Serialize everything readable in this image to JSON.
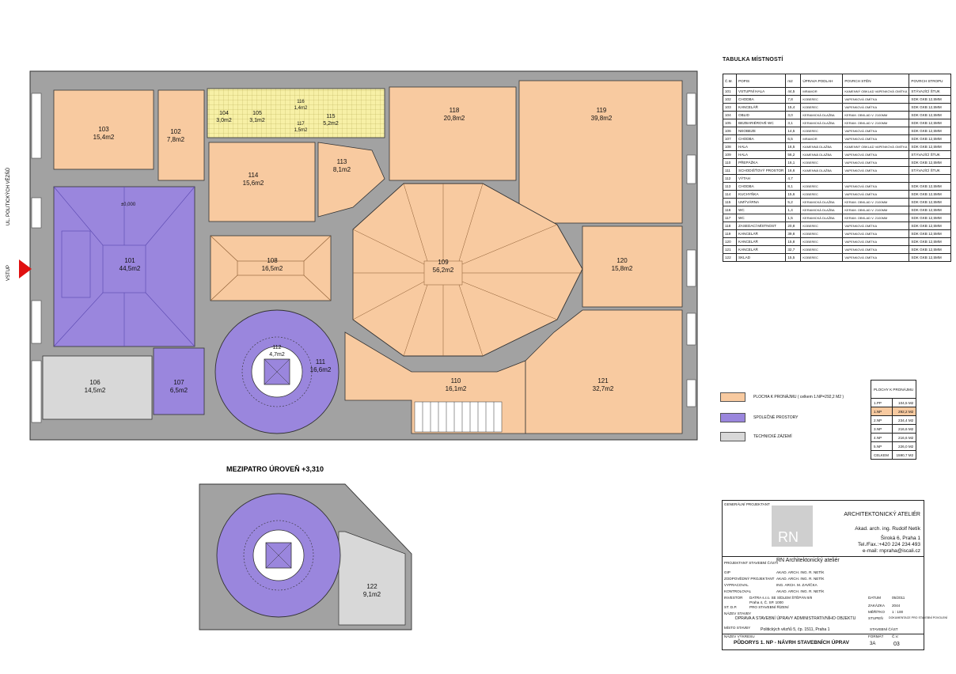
{
  "plan": {
    "entrance_label": "VSTUP",
    "street_label": "UL. POLITICKÝCH VĚZŇŮ",
    "level_mark": "±0,000",
    "mezzanine_title": "MEZIPATRO ÚROVEŇ +3,310",
    "rooms": [
      {
        "id": "103",
        "area": "15,4m2"
      },
      {
        "id": "102",
        "area": "7,8m2"
      },
      {
        "id": "104",
        "area": "3,0m2"
      },
      {
        "id": "105",
        "area": "3,1m2"
      },
      {
        "id": "116",
        "area": "1,4m2"
      },
      {
        "id": "117",
        "area": "1,5m2"
      },
      {
        "id": "115",
        "area": "5,2m2"
      },
      {
        "id": "118",
        "area": "20,8m2"
      },
      {
        "id": "119",
        "area": "39,8m2"
      },
      {
        "id": "114",
        "area": "15,6m2"
      },
      {
        "id": "113",
        "area": "8,1m2"
      },
      {
        "id": "101",
        "area": "44,5m2"
      },
      {
        "id": "108",
        "area": "16,5m2"
      },
      {
        "id": "109",
        "area": "56,2m2"
      },
      {
        "id": "120",
        "area": "15,8m2"
      },
      {
        "id": "112",
        "area": "4,7m2"
      },
      {
        "id": "111",
        "area": "16,6m2"
      },
      {
        "id": "106",
        "area": "14,5m2"
      },
      {
        "id": "107",
        "area": "6,5m2"
      },
      {
        "id": "110",
        "area": "16,1m2"
      },
      {
        "id": "121",
        "area": "32,7m2"
      },
      {
        "id": "122",
        "area": "9,1m2"
      }
    ]
  },
  "room_table": {
    "title": "TABULKA MÍSTNOSTÍ",
    "headers": [
      "Č.M.",
      "POPIS",
      "m2",
      "ÚPRAVA PODLAH",
      "POVRCH STĚN",
      "POVRCH STROPU"
    ],
    "rows": [
      [
        "101",
        "VSTUPNÍ HALA",
        "44,5",
        "MRAMOR",
        "KAMENNÝ OBKLAD VAPENKOVÁ OMÍTKA",
        "STÁVAJÍCÍ ŠTUK"
      ],
      [
        "102",
        "CHODBA",
        "7,8",
        "KOBEREC",
        "VAPENKOVÁ OMÍTKA",
        "SDK GKB 12,5MM"
      ],
      [
        "103",
        "KANCELÁŘ",
        "15,4",
        "KOBEREC",
        "VAPENKOVÁ OMÍTKA",
        "SDK GKB 12,5MM"
      ],
      [
        "104",
        "OBLID",
        "3,0",
        "KERAMICKÁ DLAŽBA",
        "KERAM. OBKLAD V. 2100MM",
        "SDK GKB 12,5MM"
      ],
      [
        "105",
        "BEZBARIÉROVÉ WC",
        "3,1",
        "KERAMICKÁ DLAŽBA",
        "KERAM. OBKLAD V. 2100MM",
        "SDK GKB 12,5MM"
      ],
      [
        "106",
        "NEOBEZE",
        "14,5",
        "KOBEREC",
        "VAPENKOVÁ OMÍTKA",
        "SDK GKB 12,5MM"
      ],
      [
        "107",
        "CHODBA",
        "6,5",
        "MRAMOR",
        "VAPENKOVÁ OMÍTKA",
        "SDK GKB 12,5MM"
      ],
      [
        "108",
        "HALA",
        "16,5",
        "KAMENNÁ DLAŽBA",
        "KAMENNÝ OBKLAD VAPENKOVÁ OMÍTKA",
        "SDK GKB 12,5MM"
      ],
      [
        "109",
        "HALA",
        "56,2",
        "KAMENNÁ DLAŽBA",
        "VAPENKOVÁ OMÍTKA",
        "STÁVAJÍCÍ ŠTUK"
      ],
      [
        "110",
        "PŘEPÁŽKA",
        "16,1",
        "KOBEREC",
        "VAPENKOVÁ OMÍTKA",
        "SDK GKB 12,5MM"
      ],
      [
        "111",
        "SCHODIŠŤOVÝ PROSTOR",
        "16,6",
        "KAMENNÁ DLAŽBA",
        "VAPENKOVÁ OMÍTKA",
        "STÁVAJÍCÍ ŠTUK"
      ],
      [
        "112",
        "VÝTAH",
        "4,7",
        "",
        "",
        ""
      ],
      [
        "113",
        "CHODBA",
        "8,1",
        "KOBEREC",
        "VAPENKOVÁ OMÍTKA",
        "SDK GKB 12,5MM"
      ],
      [
        "114",
        "KUCHYŇKA",
        "15,6",
        "KOBEREC",
        "VAPENKOVÁ OMÍTKA",
        "SDK GKB 12,5MM"
      ],
      [
        "115",
        "UMÝVÁRNA",
        "5,2",
        "KERAMICKÁ DLAŽBA",
        "KERAM. OBKLAD V. 2100MM",
        "SDK GKB 12,5MM"
      ],
      [
        "116",
        "WC",
        "1,4",
        "KERAMICKÁ DLAŽBA",
        "KERAM. OBKLAD V. 2100MM",
        "SDK GKB 12,5MM"
      ],
      [
        "117",
        "WC",
        "1,5",
        "KERAMICKÁ DLAŽBA",
        "KERAM. OBKLAD V. 2100MM",
        "SDK GKB 12,5MM"
      ],
      [
        "118",
        "ZASEDACÍ MÍSTNOST",
        "20,8",
        "KOBEREC",
        "VAPENKOVÁ OMÍTKA",
        "SDK GKB 12,5MM"
      ],
      [
        "119",
        "KANCELÁŘ",
        "39,8",
        "KOBEREC",
        "VAPENKOVÁ OMÍTKA",
        "SDK GKB 12,5MM"
      ],
      [
        "120",
        "KANCELÁŘ",
        "15,8",
        "KOBEREC",
        "VAPENKOVÁ OMÍTKA",
        "SDK GKB 12,5MM"
      ],
      [
        "121",
        "KANCELÁŘ",
        "32,7",
        "KOBEREC",
        "VAPENKOVÁ OMÍTKA",
        "SDK GKB 12,5MM"
      ],
      [
        "122",
        "SKLAD",
        "15,5",
        "KOBEREC",
        "VAPENKOVÁ OMÍTKA",
        "SDK GKB 12,5MM"
      ]
    ]
  },
  "area_table": {
    "title": "PLOCHY K PRONÁJMU",
    "rows": [
      [
        "1.PP",
        "104,5 M2"
      ],
      [
        "1.NP",
        "292,2 M2"
      ],
      [
        "2.NP",
        "234,4 M2"
      ],
      [
        "3.NP",
        "216,6 M2"
      ],
      [
        "4.NP",
        "216,6 M2"
      ],
      [
        "5.NP",
        "226,0 M2"
      ],
      [
        "CELKEM",
        "1590,7 M2"
      ]
    ],
    "highlight_row": 1
  },
  "legend": [
    {
      "label": "PLOCHA K PRONÁJMU ( celkem 1.NP=292,2 M2 )",
      "color": "#f8caa0"
    },
    {
      "label": "SPOLEČNÉ PROSTORY",
      "color": "#9a86dd"
    },
    {
      "label": "TECHNICKÉ ZÁZEMÍ",
      "color": "#d8d8d8"
    }
  ],
  "title_block": {
    "top_label": "GENERÁLNÍ PROJEKTANT",
    "logo": "RN",
    "firm": "ARCHITEKTONICKÝ ATELIÉR",
    "architect": "Akad. arch. ing. Rudolf Netík",
    "address": "Široká 6, Praha 1",
    "phone": "Tel./Fax.:+420 224 234 493",
    "email": "e-mail: rnpraha@iscali.cz",
    "lead_label": "PROJEKTANT STAVEBNÍ ČÁSTI",
    "lead_name": "RN Architektonický ateliér",
    "people": [
      [
        "GIP",
        "AKAD. ARCH. ING. R. NETÍK"
      ],
      [
        "ZODPOVĚDNÝ PROJEKTANT",
        "AKAD. ARCH. ING. R. NETÍK"
      ],
      [
        "VYPRACOVAL",
        "ING. ARCH. M. ZAVÍČKA"
      ],
      [
        "KONTROLOVAL",
        "AKAD. ARCH. ING. R. NETÍK"
      ]
    ],
    "investor_label": "INVESTOR",
    "investor": "DATRA s.r.o. SE SÍDLEM ŠTĚPÁN 9/II",
    "investor2": "Praha 4, Č. SP. 1000",
    "stage_label": "ST. D.P.",
    "stage": "PRO STAVEBNÍ ŘÍZENÍ",
    "building_label": "NÁZEV STAVBY",
    "building": "OPRAVA A STAVEBNÍ ÚPRAVY ADMINISTRATIVNÍHO OBJEKTU",
    "place_label": "MÍSTO STAVBY",
    "place": "Politických vězňů 5, čp. 1511, Praha 1",
    "part": "STAVEBNÍ ČÁST",
    "meta": [
      [
        "DATUM",
        "05/2011"
      ],
      [
        "ZAKÁZKA",
        "2044"
      ],
      [
        "MĚŘÍTKO",
        "1 : 100"
      ],
      [
        "STUPEŇ",
        "DOKUMENTACE PRO STAVEBNÍ POVOLENÍ"
      ]
    ],
    "drawing_label": "NÁZEV VÝKRESU",
    "drawing": "PŮDORYS 1. NP - NÁVRH STAVEBNÍCH ÚPRAV",
    "format_label": "FORMÁT",
    "format": "3A",
    "number_label": "Č.V.",
    "number": "03"
  }
}
